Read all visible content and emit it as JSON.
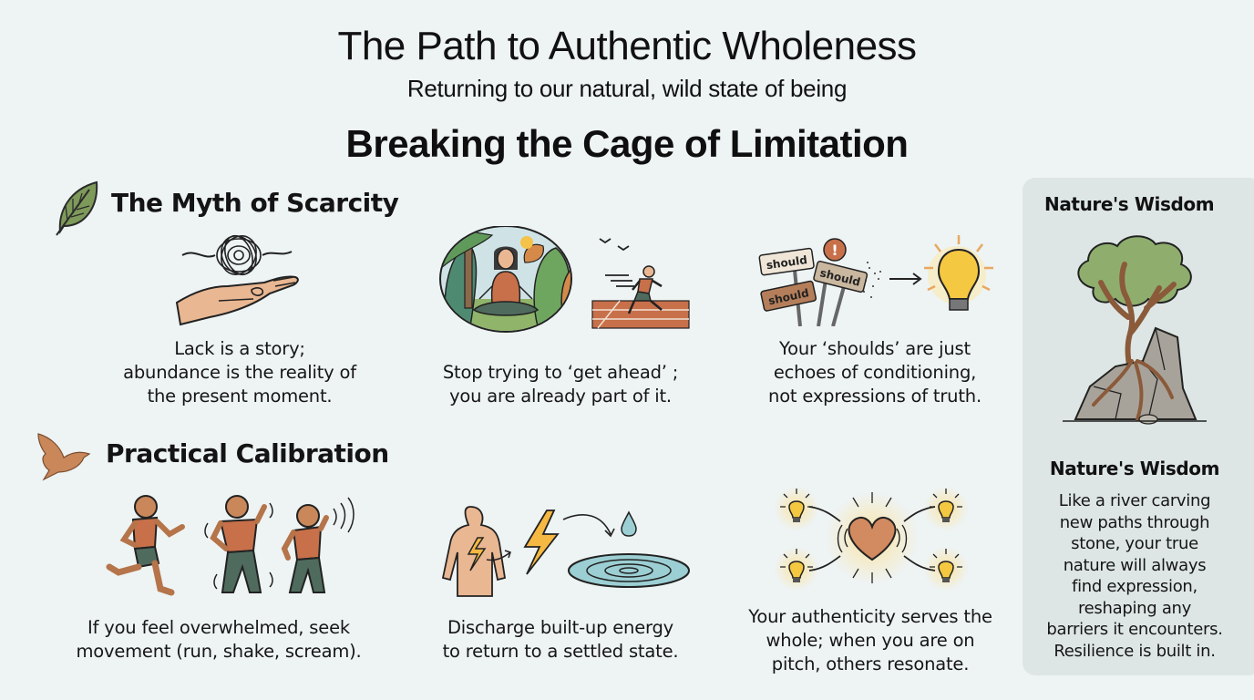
{
  "header": {
    "title": "The Path to Authentic Wholeness",
    "subtitle": "Returning to our natural, wild state of being",
    "section_title": "Breaking the Cage of Limitation"
  },
  "sections": [
    {
      "heading": "The Myth of Scarcity",
      "icon": "leaf-icon",
      "cards": [
        {
          "icon": "hand-holding-tangle-icon",
          "caption_lines": [
            "Lack is a story;",
            "abundance is the reality of",
            "the present moment."
          ]
        },
        {
          "icon": "meditation-vs-runner-icon",
          "caption_lines": [
            "Stop trying to ‘get ahead’ ;",
            "you are already part of it."
          ]
        },
        {
          "icon": "should-signs-to-lightbulb-icon",
          "sign_labels": [
            "should",
            "should",
            "should"
          ],
          "caption_lines": [
            "Your ‘shoulds’ are just",
            "echoes of conditioning,",
            "not expressions of truth."
          ]
        }
      ]
    },
    {
      "heading": "Practical Calibration",
      "icon": "bird-icon",
      "cards": [
        {
          "icon": "run-shake-scream-figures-icon",
          "caption_lines": [
            "If you feel overwhelmed, seek",
            "movement (run, shake, scream)."
          ]
        },
        {
          "icon": "energy-discharge-ripple-icon",
          "caption_lines": [
            "Discharge built-up energy",
            "to return to a settled state."
          ]
        },
        {
          "icon": "heart-lightbulbs-resonance-icon",
          "caption_lines": [
            "Your authenticity serves the",
            "whole; when you are on",
            "pitch, others resonate."
          ]
        }
      ]
    }
  ],
  "sidebar": {
    "title": "Nature's Wisdom",
    "icon": "tree-on-rock-icon",
    "body_title": "Nature's Wisdom",
    "body_lines": [
      "Like a river carving",
      "new paths through",
      "stone, your true",
      "nature will always",
      "find expression,",
      "reshaping any",
      "barriers it encounters.",
      "Resilience is built in."
    ]
  },
  "colors": {
    "background": "#eef3f3",
    "panel": "#dde6e4",
    "skin": "#e9b792",
    "terracotta": "#c8704a",
    "leaf_green": "#7e9a5a",
    "pants_green": "#4f6b5e",
    "bulb_yellow": "#f5c842",
    "water_blue": "#9ccfd3"
  }
}
